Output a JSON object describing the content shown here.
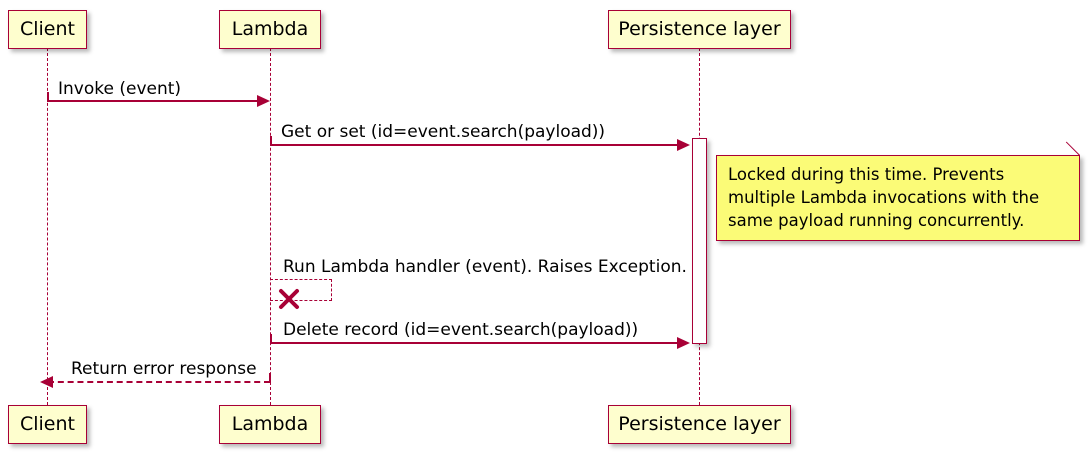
{
  "diagram": {
    "type": "uml-sequence-diagram",
    "title": "",
    "colors": {
      "accent": "#A80036",
      "participant_fill": "#FEFECE",
      "note_fill": "#FBFB77",
      "activation_fill": "#FFFFFF",
      "background": "#FFFFFF",
      "text": "#000000"
    }
  },
  "participants": [
    {
      "id": "client",
      "label": "Client"
    },
    {
      "id": "lambda",
      "label": "Lambda"
    },
    {
      "id": "persistence",
      "label": "Persistence layer"
    }
  ],
  "participants_bottom": [
    {
      "id": "client",
      "label": "Client"
    },
    {
      "id": "lambda",
      "label": "Lambda"
    },
    {
      "id": "persistence",
      "label": "Persistence layer"
    }
  ],
  "messages": [
    {
      "id": "msg-invoke",
      "label": "Invoke (event)",
      "from": "client",
      "to": "lambda",
      "style": "solid",
      "direction": "right"
    },
    {
      "id": "msg-get-or-set",
      "label": "Get or set (id=event.search(payload))",
      "from": "lambda",
      "to": "persistence",
      "style": "solid",
      "direction": "right"
    },
    {
      "id": "msg-run-handler",
      "label": "Run Lambda handler (event). Raises Exception.",
      "from": "lambda",
      "to": "lambda",
      "style": "dashed",
      "direction": "self",
      "terminator": "cross"
    },
    {
      "id": "msg-delete-record",
      "label": "Delete record (id=event.search(payload))",
      "from": "lambda",
      "to": "persistence",
      "style": "solid",
      "direction": "right"
    },
    {
      "id": "msg-return-error",
      "label": "Return error response",
      "from": "lambda",
      "to": "client",
      "style": "dashed",
      "direction": "left"
    }
  ],
  "notes": [
    {
      "id": "note-lock",
      "attached_to": "persistence",
      "lines": [
        "Locked during this time. Prevents",
        "multiple Lambda invocations with the",
        "same payload running concurrently."
      ]
    }
  ],
  "activations": [
    {
      "id": "activation-persistence",
      "on": "persistence"
    }
  ]
}
